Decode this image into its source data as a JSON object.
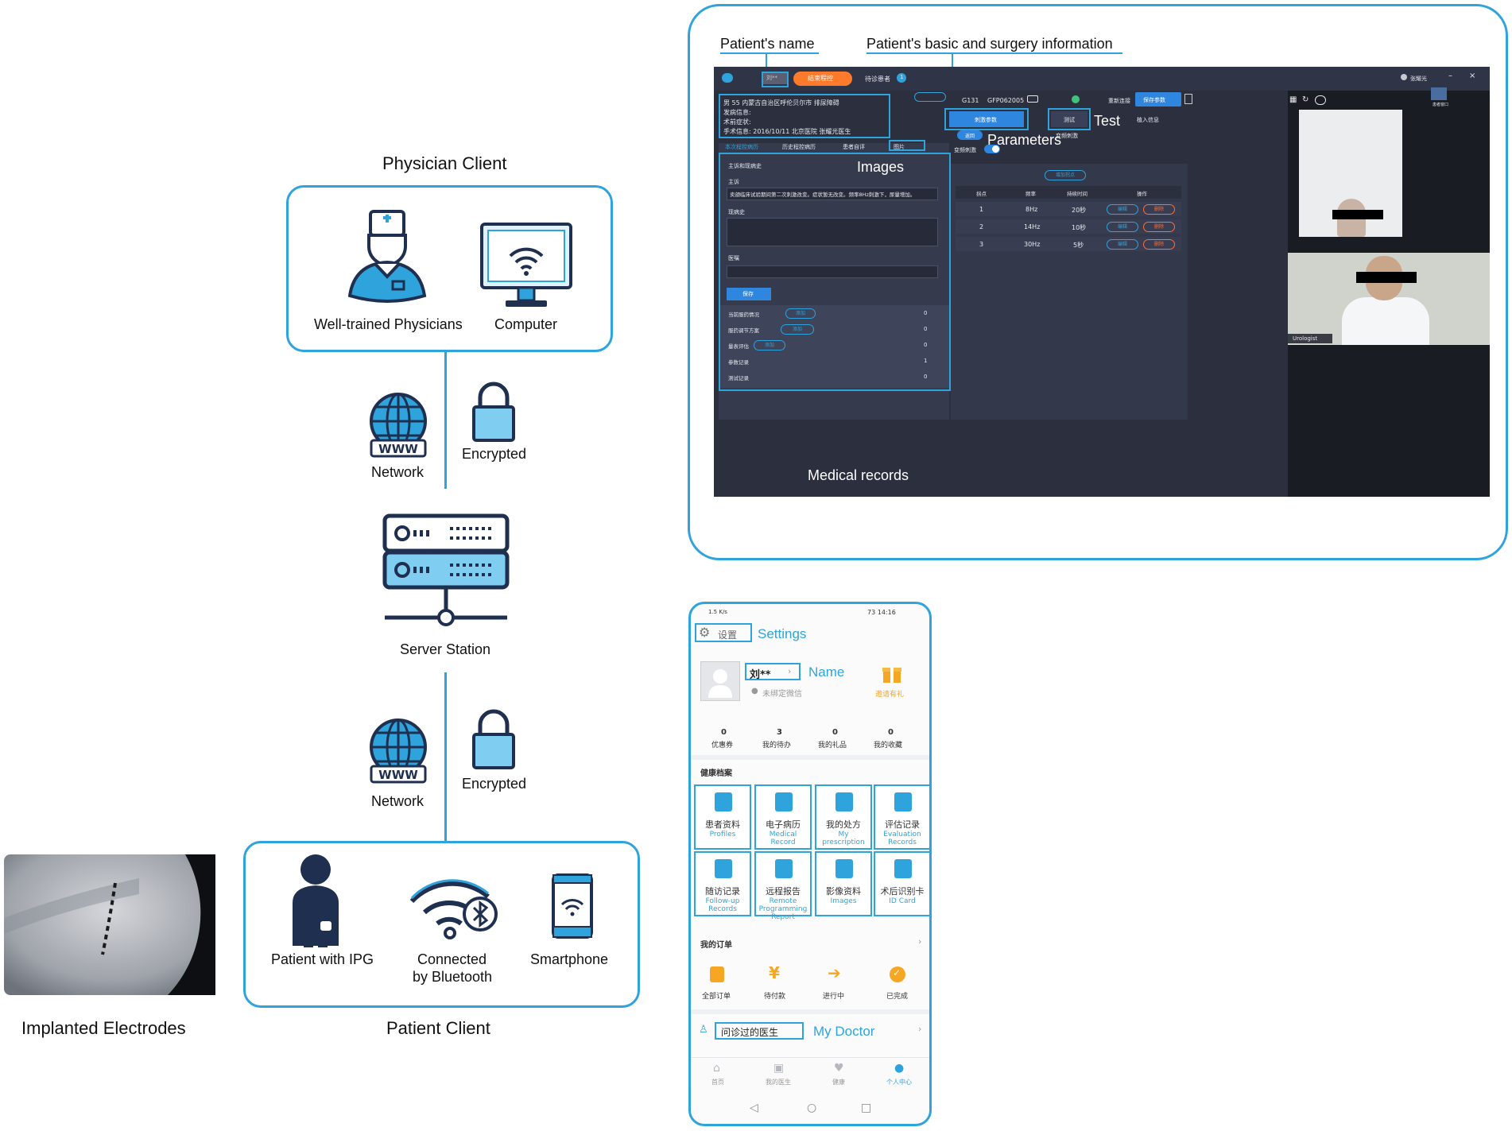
{
  "diagram": {
    "physician_client": {
      "title": "Physician Client",
      "physicians_label": "Well-trained Physicians",
      "computer_label": "Computer"
    },
    "link_top": {
      "network_label": "Network",
      "encrypted_label": "Encrypted",
      "www_text": "WWW"
    },
    "server_label": "Server Station",
    "link_bottom": {
      "network_label": "Network",
      "encrypted_label": "Encrypted",
      "www_text": "WWW"
    },
    "patient_client": {
      "title": "Patient Client",
      "patient_label": "Patient with IPG",
      "bluetooth_label_1": "Connected",
      "bluetooth_label_2": "by Bluetooth",
      "smartphone_label": "Smartphone"
    },
    "electrodes_label": "Implanted Electrodes"
  },
  "desktop_ui": {
    "annotations": {
      "patient_name": "Patient's name",
      "basic_info": "Patient's basic and surgery information",
      "parameters": "Parameters",
      "test": "Test",
      "images": "Images",
      "medical_records": "Medical records"
    },
    "header": {
      "name_tag": "刘**",
      "end_btn": "结束程控",
      "waiting": "待诊患者",
      "waiting_count": "1",
      "user": "张耀光"
    },
    "info": {
      "line1": "男  55  内蒙古自治区呼伦贝尔市  排尿障碍",
      "line2": "发病信息:",
      "line3": "术前症状:",
      "line4": "手术信息:    2016/10/11  北京医院  张耀光医生"
    },
    "device": {
      "model": "G131",
      "serial": "GFP062005"
    },
    "top_right": {
      "reconnect": "重新连接",
      "save_params": "保存参数"
    },
    "tabs": [
      "本次程控病历",
      "历史程控病历",
      "患者自评",
      "图片"
    ],
    "section_title": "主诉和现病史",
    "fields": {
      "chief": "主诉",
      "chief_value": "卖颌临床试验期间第二次刺激改变。症状暂无改变。频率8Hz刺激下，尿量增加。",
      "history": "现病史",
      "advice": "医嘱",
      "save": "保存"
    },
    "rows": [
      {
        "label": "当前服药情况",
        "btn": "添加",
        "count": "0"
      },
      {
        "label": "服药调节方案",
        "btn": "添加",
        "count": "0"
      },
      {
        "label": "量表评估",
        "btn": "添加",
        "count": "0"
      },
      {
        "label": "参数记录",
        "btn": "",
        "count": "1"
      },
      {
        "label": "测试记录",
        "btn": "",
        "count": "0"
      }
    ],
    "param_buttons": {
      "stim_params": "刺激参数",
      "test": "测试",
      "implant_info": "植入信息",
      "back": "返回",
      "var_freq": "变频刺激",
      "var_freq_toggle": "变频刺激",
      "add_point": "增加拐点"
    },
    "table": {
      "headers": [
        "拐点",
        "频率",
        "持续时间",
        "操作"
      ],
      "rows": [
        {
          "point": "1",
          "freq": "8Hz",
          "dur": "20秒"
        },
        {
          "point": "2",
          "freq": "14Hz",
          "dur": "10秒"
        },
        {
          "point": "3",
          "freq": "30Hz",
          "dur": "5秒"
        }
      ],
      "edit": "编辑",
      "del": "删除"
    },
    "video": {
      "urologist": "Urologist",
      "corner": "患者窗口"
    }
  },
  "phone_ui": {
    "status_left": "1.5 K/s",
    "status_right": "73  14:16",
    "settings_cn": "设置",
    "settings_en": "Settings",
    "name_cn": "刘**",
    "name_en": "Name",
    "wechat": "未绑定微信",
    "gift": "邀请有礼",
    "stats": [
      {
        "num": "0",
        "label": "优惠券"
      },
      {
        "num": "3",
        "label": "我的待办"
      },
      {
        "num": "0",
        "label": "我的礼品"
      },
      {
        "num": "0",
        "label": "我的收藏"
      }
    ],
    "health_title": "健康档案",
    "tiles": [
      {
        "cn": "患者资料",
        "en": "Profiles"
      },
      {
        "cn": "电子病历",
        "en": "Medical Record"
      },
      {
        "cn": "我的处方",
        "en": "My prescription"
      },
      {
        "cn": "评估记录",
        "en": "Evaluation Records"
      },
      {
        "cn": "随访记录",
        "en": "Follow-up Records"
      },
      {
        "cn": "远程报告",
        "en": "Remote Programming Report"
      },
      {
        "cn": "影像资料",
        "en": "Images"
      },
      {
        "cn": "术后识别卡",
        "en": "ID Card"
      }
    ],
    "orders_title": "我的订单",
    "orders": [
      "全部订单",
      "待付款",
      "进行中",
      "已完成"
    ],
    "doctor_cn": "问诊过的医生",
    "doctor_en": "My Doctor",
    "nav": [
      "首页",
      "我的医生",
      "健康",
      "个人中心"
    ]
  },
  "colors": {
    "accent": "#2ea3dc",
    "navy": "#1f2f4f",
    "orange": "#ff6d3a"
  }
}
